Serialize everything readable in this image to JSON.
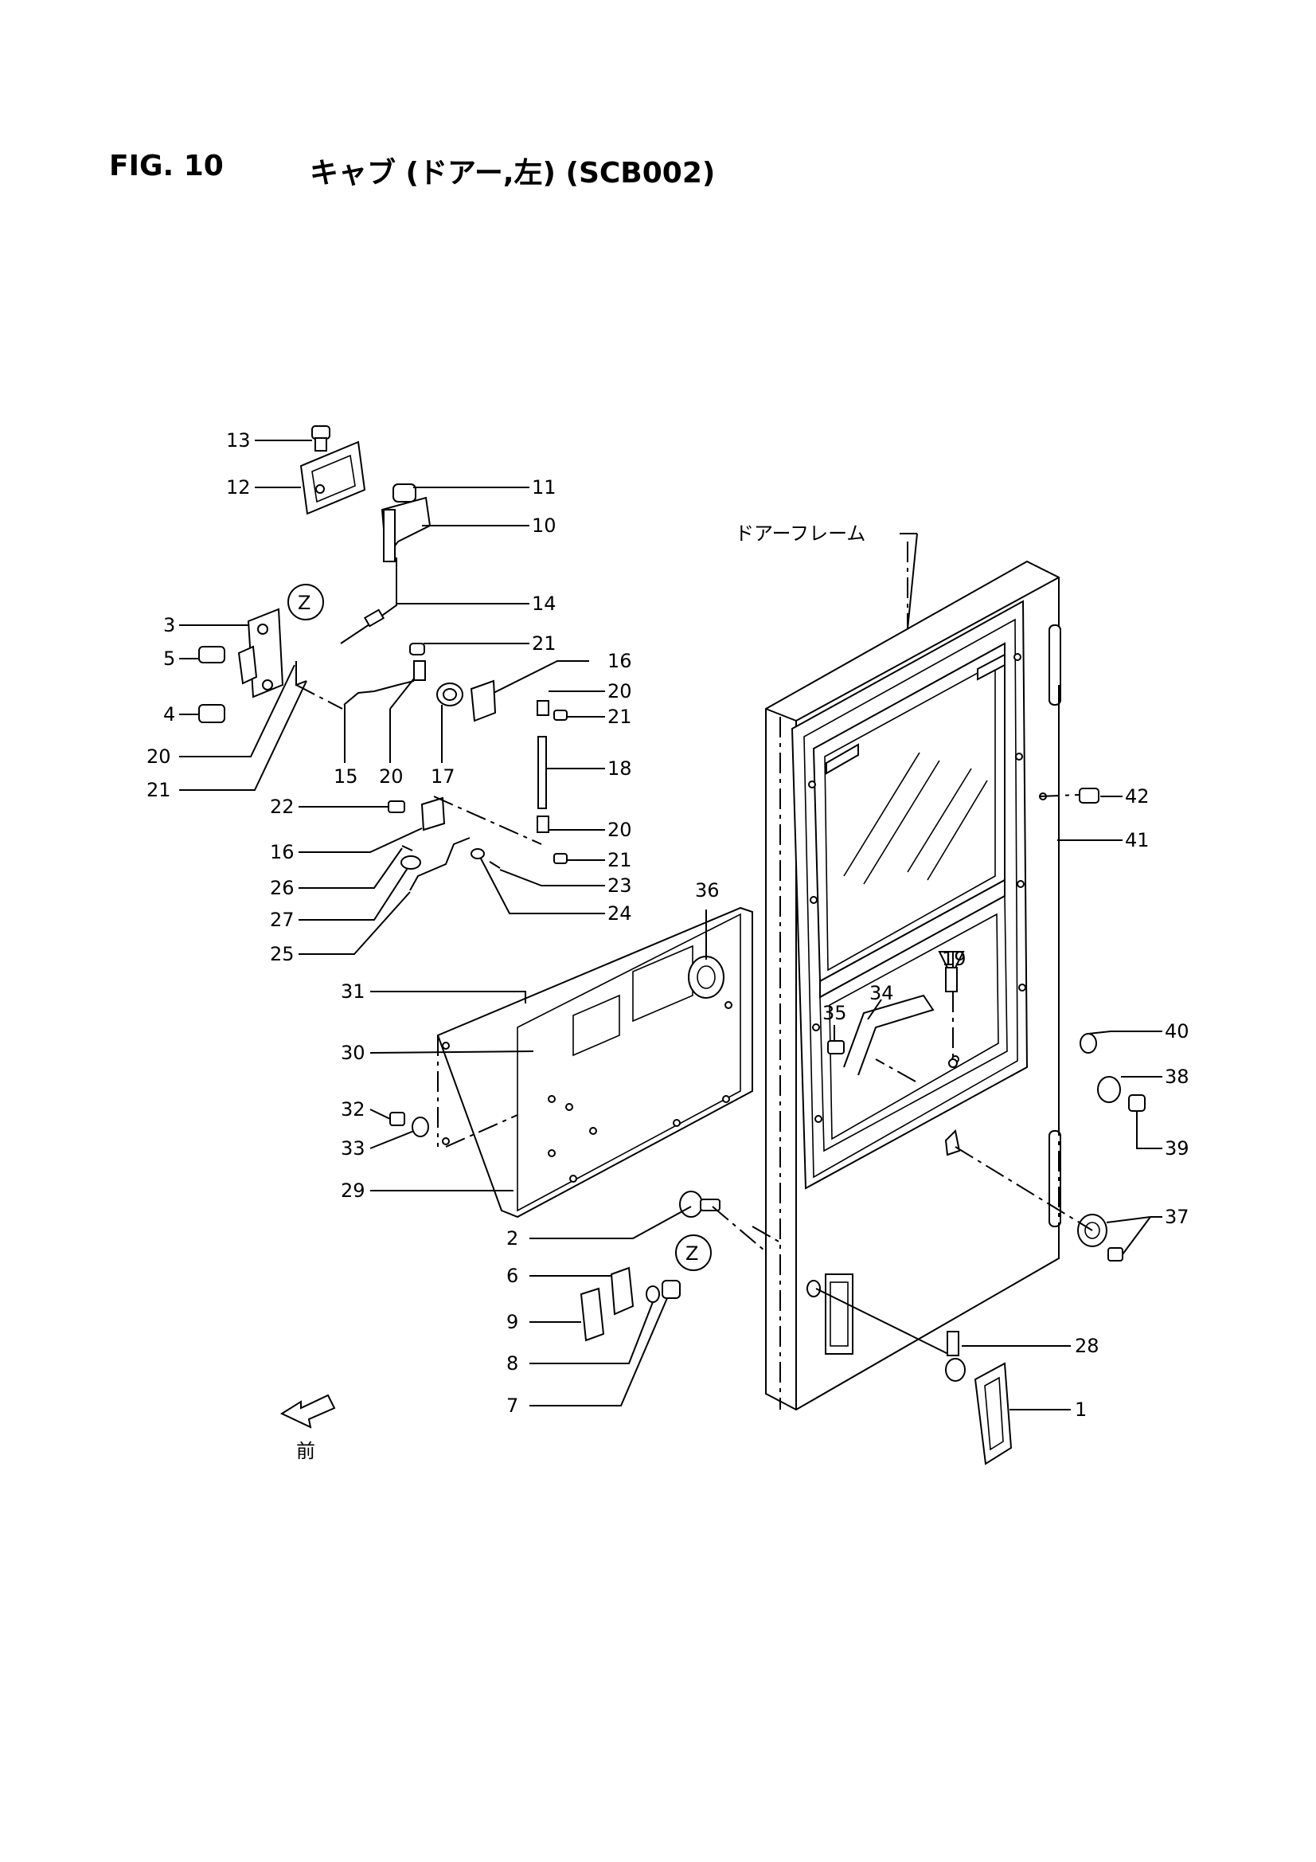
{
  "figure": {
    "number": "FIG. 10",
    "title": "キャブ (ドアー,左) (SCB002)"
  },
  "diagram": {
    "frame_label": "ドアーフレーム",
    "detail_marker": "Z",
    "front_label": "前",
    "callouts": [
      "1",
      "2",
      "3",
      "4",
      "5",
      "6",
      "7",
      "8",
      "9",
      "10",
      "11",
      "12",
      "13",
      "14",
      "15",
      "16",
      "17",
      "18",
      "19",
      "20",
      "21",
      "22",
      "23",
      "24",
      "25",
      "26",
      "27",
      "28",
      "29",
      "30",
      "31",
      "32",
      "33",
      "34",
      "35",
      "36",
      "37",
      "38",
      "39",
      "40",
      "41",
      "42"
    ]
  }
}
